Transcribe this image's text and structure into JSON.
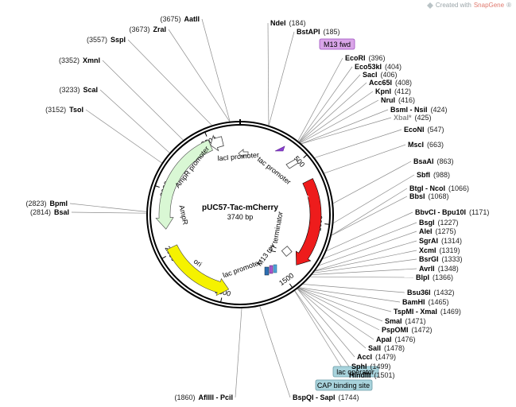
{
  "credit": {
    "prefix": "Created with ",
    "brand": "SnapGene",
    "suffix": "®"
  },
  "plasmid": {
    "name": "pUC57-Tac-mCherry",
    "size_label": "3740 bp",
    "length": 3740
  },
  "ticks": [
    "500",
    "1000",
    "1500",
    "2000",
    "2500",
    "3000",
    "3500"
  ],
  "tick_positions": [
    500,
    1000,
    1500,
    2000,
    2500,
    3000,
    3500
  ],
  "sites_right": [
    {
      "name": "NdeI",
      "pos": "(184)",
      "bp": 184
    },
    {
      "name": "BstAPI",
      "pos": "(185)",
      "bp": 185
    },
    {
      "name": "EcoRI",
      "pos": "(396)",
      "bp": 396
    },
    {
      "name": "Eco53kI",
      "pos": "(404)",
      "bp": 404
    },
    {
      "name": "SacI",
      "pos": "(406)",
      "bp": 406
    },
    {
      "name": "Acc65I",
      "pos": "(408)",
      "bp": 408
    },
    {
      "name": "KpnI",
      "pos": "(412)",
      "bp": 412
    },
    {
      "name": "NruI",
      "pos": "(416)",
      "bp": 416
    },
    {
      "name": "BsmI - NsiI",
      "pos": "(424)",
      "bp": 424
    },
    {
      "name": "XbaI*",
      "pos": "(425)",
      "bp": 425,
      "muted": true
    },
    {
      "name": "EcoNI",
      "pos": "(547)",
      "bp": 547
    },
    {
      "name": "MscI",
      "pos": "(663)",
      "bp": 663
    },
    {
      "name": "BsaAI",
      "pos": "(863)",
      "bp": 863
    },
    {
      "name": "SbfI",
      "pos": "(988)",
      "bp": 988
    },
    {
      "name": "BtgI - NcoI",
      "pos": "(1066)",
      "bp": 1066
    },
    {
      "name": "BbsI",
      "pos": "(1068)",
      "bp": 1068
    },
    {
      "name": "BbvCI - Bpu10I",
      "pos": "(1171)",
      "bp": 1171
    },
    {
      "name": "BsgI",
      "pos": "(1227)",
      "bp": 1227
    },
    {
      "name": "AleI",
      "pos": "(1275)",
      "bp": 1275
    },
    {
      "name": "SgrAI",
      "pos": "(1314)",
      "bp": 1314
    },
    {
      "name": "XcmI",
      "pos": "(1319)",
      "bp": 1319
    },
    {
      "name": "BsrGI",
      "pos": "(1333)",
      "bp": 1333
    },
    {
      "name": "AvrII",
      "pos": "(1348)",
      "bp": 1348
    },
    {
      "name": "BlpI",
      "pos": "(1366)",
      "bp": 1366
    },
    {
      "name": "Bsu36I",
      "pos": "(1432)",
      "bp": 1432
    },
    {
      "name": "BamHI",
      "pos": "(1465)",
      "bp": 1465
    },
    {
      "name": "TspMI - XmaI",
      "pos": "(1469)",
      "bp": 1469
    },
    {
      "name": "SmaI",
      "pos": "(1471)",
      "bp": 1471
    },
    {
      "name": "PspOMI",
      "pos": "(1472)",
      "bp": 1472
    },
    {
      "name": "ApaI",
      "pos": "(1476)",
      "bp": 1476
    },
    {
      "name": "SalI",
      "pos": "(1478)",
      "bp": 1478
    },
    {
      "name": "AccI",
      "pos": "(1479)",
      "bp": 1479
    },
    {
      "name": "SphI",
      "pos": "(1499)",
      "bp": 1499
    },
    {
      "name": "HindIII",
      "pos": "(1501)",
      "bp": 1501
    },
    {
      "name": "BspQI - SapI",
      "pos": "(1744)",
      "bp": 1744
    }
  ],
  "sites_left": [
    {
      "name": "AflIII - PciI",
      "pos": "(1860)",
      "bp": 1860
    },
    {
      "name": "BsaI",
      "pos": "(2814)",
      "bp": 2814
    },
    {
      "name": "BpmI",
      "pos": "(2823)",
      "bp": 2823
    },
    {
      "name": "TsoI",
      "pos": "(3152)",
      "bp": 3152
    },
    {
      "name": "ScaI",
      "pos": "(3233)",
      "bp": 3233
    },
    {
      "name": "XmnI",
      "pos": "(3352)",
      "bp": 3352
    },
    {
      "name": "SspI",
      "pos": "(3557)",
      "bp": 3557
    },
    {
      "name": "ZraI",
      "pos": "(3673)",
      "bp": 3673
    },
    {
      "name": "AatII",
      "pos": "(3675)",
      "bp": 3675
    }
  ],
  "primer_labels": {
    "m13_fwd": "M13 fwd",
    "m13_rev": "M13 rev"
  },
  "feature_boxes": {
    "lac_operator": "lac operator",
    "cap_site": "CAP binding site"
  },
  "features": {
    "mcherry": "mCherry",
    "ampr": "AmpR",
    "ampr_promoter": "AmpR promoter",
    "ori": "ori",
    "laci_promoter": "lacI promoter",
    "tac_promoter": "tac promoter",
    "t7_terminator": "T7 terminator",
    "lac_promoter": "lac promoter"
  },
  "colors": {
    "mcherry": "#ee1c1c",
    "ampr": "#d9f7d4",
    "ori": "#f5f200",
    "primer_fill": "#d9a5e8",
    "primer_border": "#9d4fc0",
    "box_fill": "#a8d3dc",
    "box_border": "#6a9aa5"
  }
}
